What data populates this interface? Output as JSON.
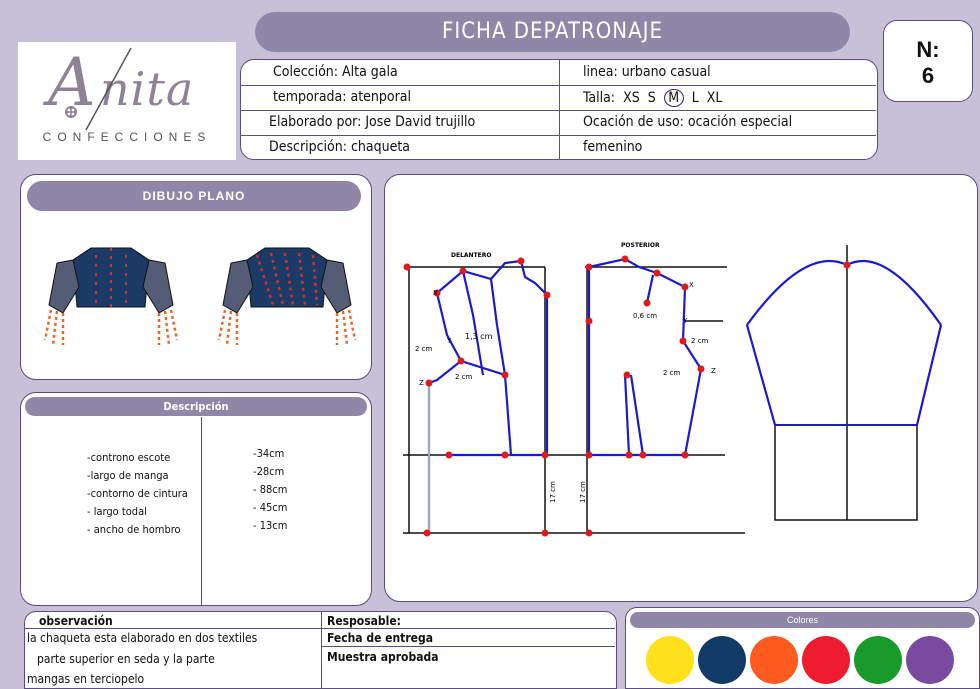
{
  "title": "FICHA DEPATRONAJE",
  "logo": {
    "name_initial": "A",
    "name_rest": "nita",
    "subtitle": "CONFECCIONES"
  },
  "number": {
    "label": "N:",
    "value": "6"
  },
  "info": {
    "coleccion": "Colección: Alta gala",
    "temporada": "temporada: atenporal",
    "elaborado": "Elaborado por: Jose David trujillo",
    "descripcion": "Descripción: chaqueta",
    "linea": "linea: urbano casual",
    "talla_label": "Talla:",
    "sizes": [
      "XS",
      "S",
      "M",
      "L",
      "XL"
    ],
    "selected_size": "M",
    "ocasion": "Ocación de uso: ocación especial",
    "genero": "femenino"
  },
  "dibujo": {
    "title": "DIBUJO PLANO"
  },
  "descripcion_panel": {
    "title": "Descripción",
    "items": [
      "-controno escote",
      "-largo de manga",
      "-contorno de cintura",
      "- largo todal",
      "- ancho de hombro"
    ],
    "values": [
      "-34cm",
      "-28cm",
      "- 88cm",
      "- 45cm",
      "- 13cm"
    ]
  },
  "pattern": {
    "front_label": "DELANTERO",
    "back_label": "POSTERIOR",
    "notes": [
      "1,3 cm",
      "2 cm",
      "2 cm",
      "0,6 cm",
      "2 cm",
      "2 cm",
      "17 cm",
      "17 cm"
    ],
    "letters": [
      "X",
      "Y",
      "Z",
      "X",
      "Y",
      "Z"
    ]
  },
  "observacion": {
    "label": "observación",
    "lines": [
      "la chaqueta  esta elaborado en dos textiles",
      " parte superior en  seda y la parte",
      "mangas en terciopelo"
    ],
    "responsable": "Resposable:",
    "fecha": "Fecha de entrega",
    "muestra": "Muestra aprobada"
  },
  "colores": {
    "title": "Colores",
    "swatches": [
      "#ffe01a",
      "#123a66",
      "#ff5a1f",
      "#ee1c2e",
      "#1a9a2a",
      "#7a4aa0"
    ]
  }
}
